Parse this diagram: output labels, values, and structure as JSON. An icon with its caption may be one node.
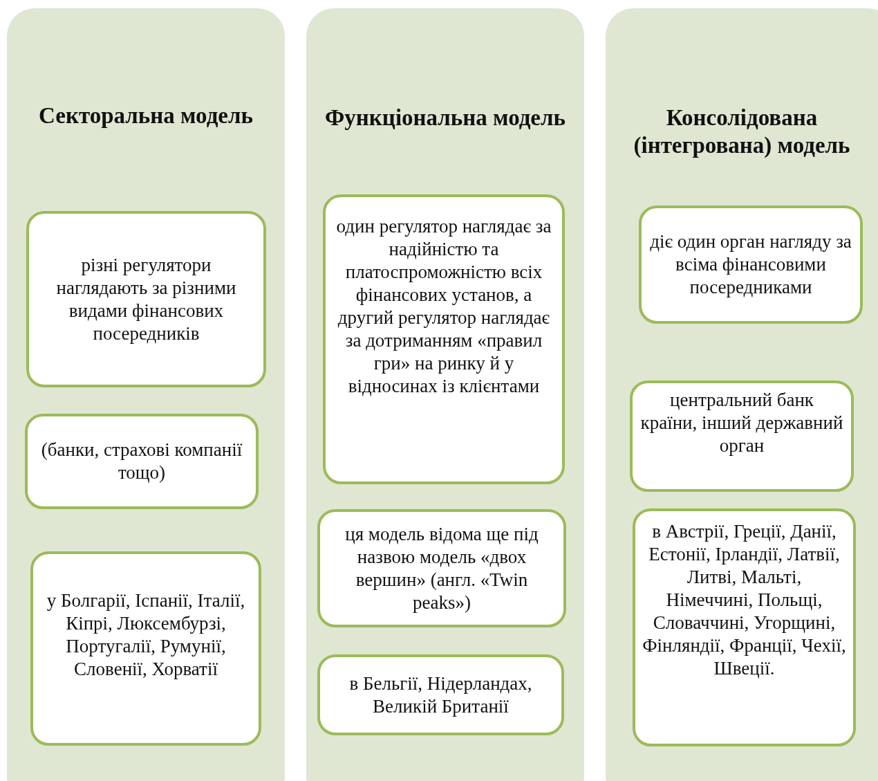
{
  "diagram": {
    "nodes": [
      {
        "text": [
          "Секторальна модель"
        ]
      },
      {
        "text": [
          "різні регулятори наглядають за різними видами фінансових посередників"
        ],
        "in": 0
      },
      {
        "text": [
          "(банки, страхові компанії тощо)"
        ],
        "in": 0
      },
      {
        "text": [
          "у Болгарії, Іспанії, Італії, Кіпрі, Люксембурзі, Португалії, Румунії, Словенії, Хорватії"
        ],
        "in": 0
      },
      {
        "text": [
          "Функціональна модель"
        ]
      },
      {
        "text": [
          "один регулятор наглядає за надійністю та платоспроможністю всіх фінансових установ, а другий регулятор наглядає за дотриманням «правил гри» на ринку й у відносинах із клієнтами"
        ],
        "in": 4
      },
      {
        "text": [
          "ця модель відома ще під назвою модель «двох вершин» (англ. «Twin peaks»)"
        ],
        "in": 4
      },
      {
        "text": [
          "в Бельгії, Нідерландах, Великій Британії"
        ],
        "in": 4
      },
      {
        "text": [
          "Консолідована (інтегрована) модель"
        ]
      },
      {
        "text": [
          "діє один орган нагляду за всіма фінансовими посередниками"
        ],
        "in": 8
      },
      {
        "text": [
          "центральний банк країни, інший державний орган"
        ],
        "in": 8
      },
      {
        "text": [
          "в Австрії, Греції, Данії, Естонії, Ірландії, Латвії, Литві, Мальті, Німеччині, Польщі, Словаччині, Угорщині, Фінляндії, Франції, Чехії, Швеції."
        ],
        "in": 8
      }
    ]
  }
}
